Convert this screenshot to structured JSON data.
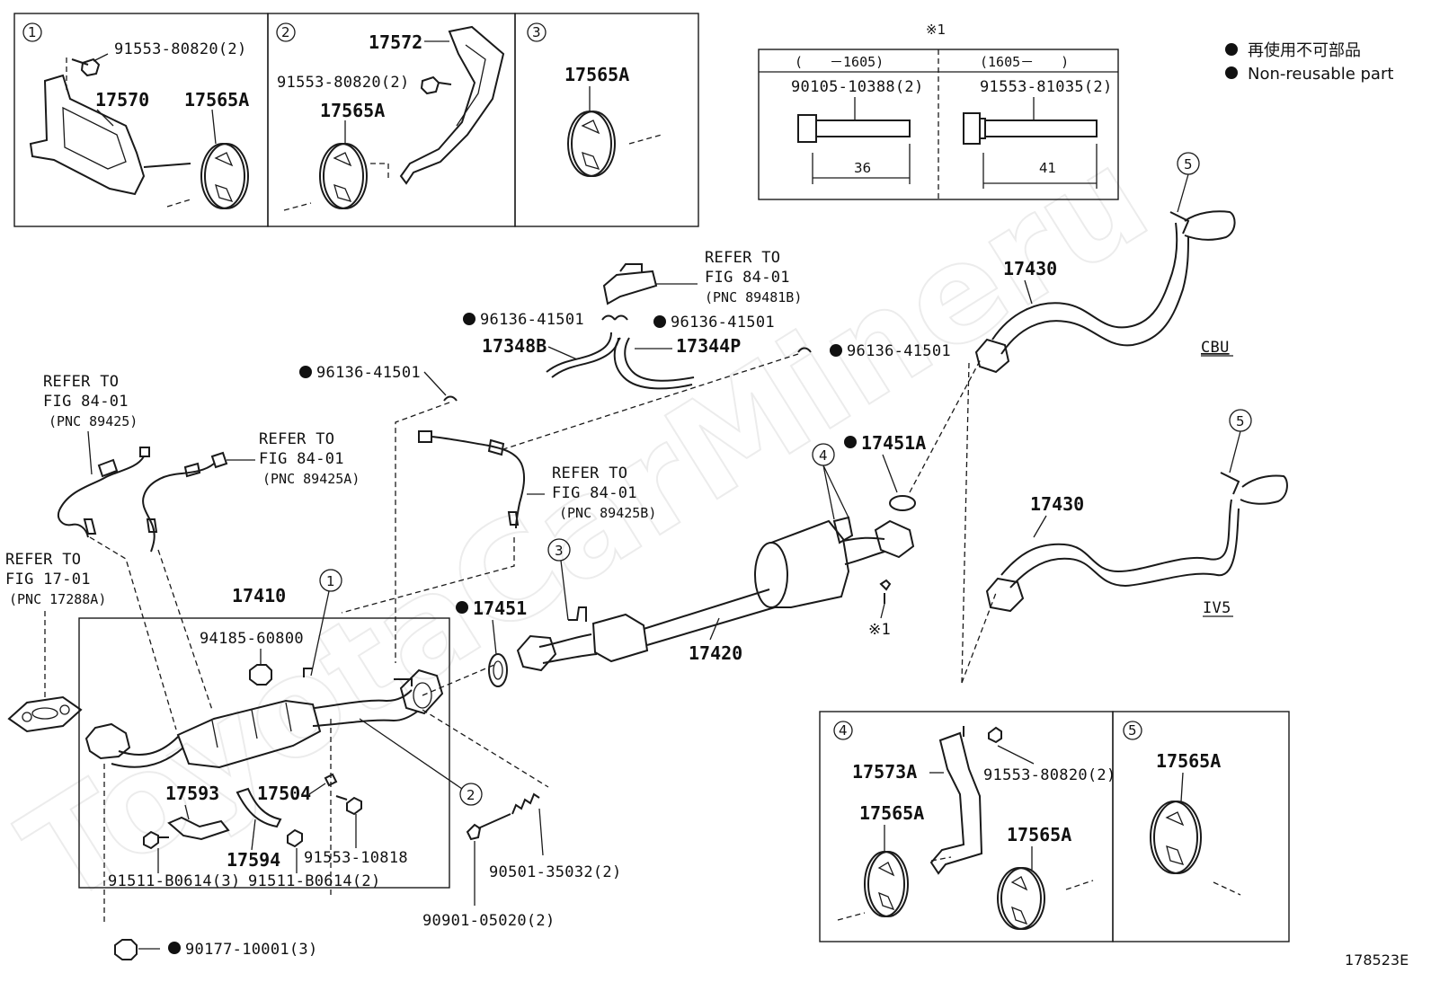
{
  "diagram": {
    "watermark": "ToyotaCarMineru",
    "figure_code": "178523E",
    "legend": {
      "jp": "再使用不可部品",
      "en": "Non-reusable part"
    },
    "note_box": {
      "mark": "※1",
      "col1_header": "(　　－1605)",
      "col2_header": "(1605－　　)",
      "col1_part": "90105-10388(2)",
      "col2_part": "91553-81035(2)",
      "col1_length": "36",
      "col2_length": "41"
    },
    "insets": {
      "inset1": {
        "num": "1",
        "bolt": "91553-80820(2)",
        "bracket": "17570",
        "hanger": "17565A"
      },
      "inset2": {
        "num": "2",
        "bracket": "17572",
        "bolt": "91553-80820(2)",
        "hanger": "17565A"
      },
      "inset3": {
        "num": "3",
        "hanger": "17565A"
      },
      "inset4": {
        "num": "4",
        "bracket": "17573A",
        "bolt": "91553-80820(2)",
        "hanger_a": "17565A",
        "hanger_b": "17565A"
      },
      "inset5": {
        "num": "5",
        "hanger": "17565A"
      }
    },
    "labels": {
      "sensor_refer1": [
        "REFER TO",
        "FIG 84-01",
        "(PNC 89425)"
      ],
      "sensor_refer2": [
        "REFER TO",
        "FIG 84-01",
        "(PNC 89425A)"
      ],
      "sensor_refer3": [
        "REFER TO",
        "FIG 84-01",
        "(PNC 89425B)"
      ],
      "gasket_refer": [
        "REFER TO",
        "FIG 17-01",
        "(PNC 17288A)"
      ],
      "vsv_refer": [
        "REFER TO",
        "FIG 84-01",
        "(PNC 89481B)"
      ],
      "clip_a": "96136-41501",
      "clip_b": "96136-41501",
      "clip_c": "96136-41501",
      "clip_d": "96136-41501",
      "hose_a": "17348B",
      "hose_b": "17344P",
      "front_pipe": "17410",
      "nut": "94185-60800",
      "center_pipe": "17420",
      "gasket_front": "17451",
      "gasket_rear": "17451A",
      "tail_pipe_cbu": "17430",
      "tail_pipe_iv5": "17430",
      "cbu": "CBU",
      "iv5": "IV5",
      "bolt_note": "※1",
      "heat_insulator_a": "17593",
      "heat_insulator_b": "17504",
      "heat_insulator_c": "17594",
      "bolt_a": "91553-10818",
      "bolt_b": "91511-B0614(3)",
      "bolt_c": "91511-B0614(2)",
      "spring": "90501-35032(2)",
      "stud": "90901-05020(2)",
      "nut_bottom": "90177-10001(3)",
      "callout_1": "1",
      "callout_2": "2",
      "callout_3": "3",
      "callout_4": "4",
      "callout_5a": "5",
      "callout_5b": "5"
    }
  }
}
